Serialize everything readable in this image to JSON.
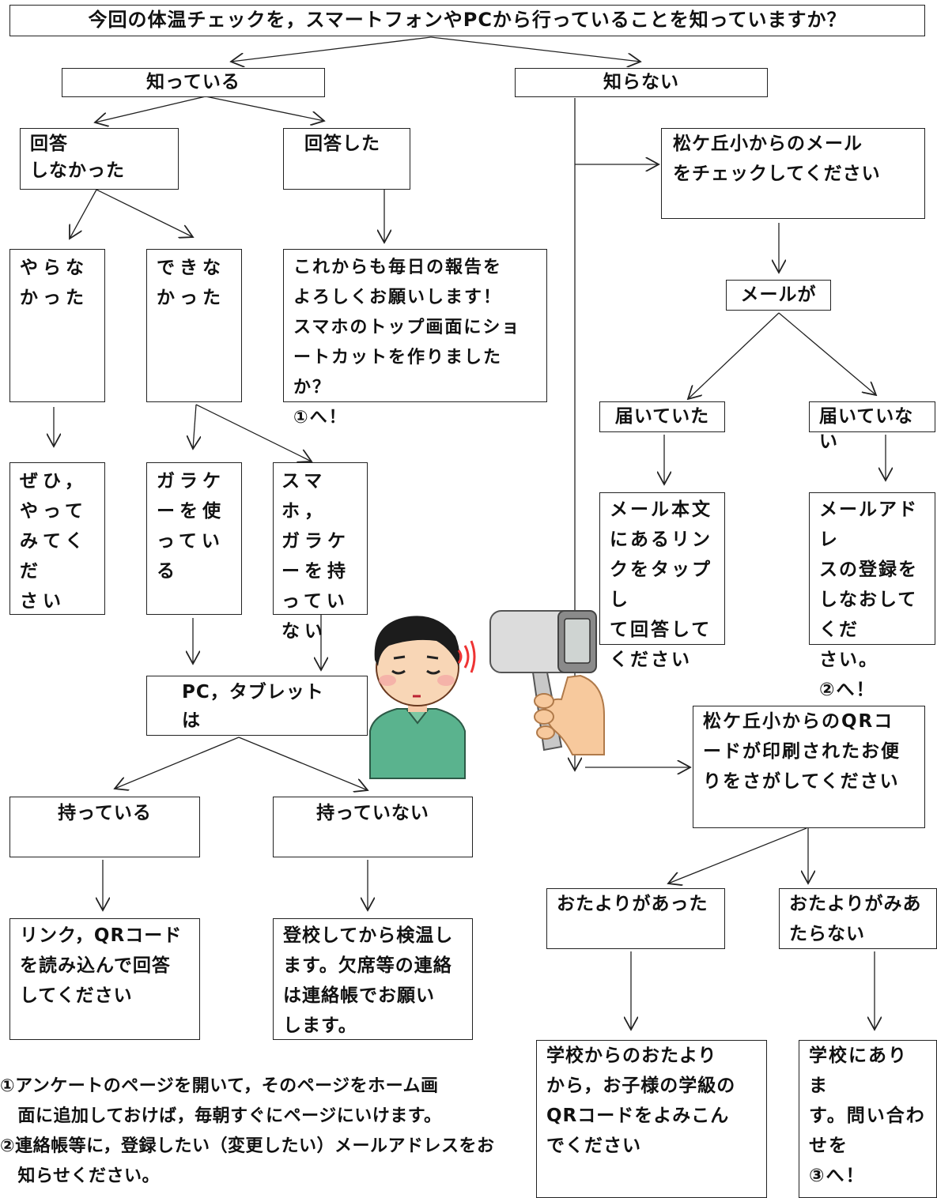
{
  "question": "今回の体温チェックを，スマートフォンやPCから行っていることを知っていますか？",
  "know": "知っている",
  "dont_know": "知らない",
  "not_answered": "回答\nしなかった",
  "answered": "回答した",
  "didnt_do": "やらな\nかった",
  "couldnt": "できな\nかった",
  "thanks": "これからも毎日の報告を\nよろしくお願いします！\nスマホのトップ画面にショ\nートカットを作りましたか？\n①へ！",
  "please_try": "ぜひ，\nやって\nみてくだ\nさい",
  "garake": "ガラケ\nーを使\nっている",
  "no_phone": "スマホ，\nガラケ\nーを持\nってい\nない",
  "pc_tablet": "PC，タブレットは",
  "have": "持っている",
  "dont_have": "持っていない",
  "read_link": "リンク，QRコード\nを読み込んで回答\nしてください",
  "check_at_school": "登校してから検温し\nます。欠席等の連絡\nは連絡帳でお願い\nします。",
  "check_mail": "松ケ丘小からのメール\nをチェックしてください",
  "mail_is": "メールが",
  "arrived": "届いていた",
  "not_arrived": "届いていない",
  "tap_link": "メール本文\nにあるリン\nクをタップし\nて回答して\nください",
  "re_register": "メールアドレ\nスの登録を\nしなおしてくだ\nさい。\n②へ！",
  "find_qr": "松ケ丘小からのQRコ\nードが印刷されたお便\nりをさがしてください",
  "found_letter": "おたよりがあった",
  "no_letter": "おたよりがみあ\nたらない",
  "read_qr": "学校からのおたより\nから，お子様の学級の\nQRコードをよみこん\nでください",
  "ask_school": "学校にありま\nす。問い合わ\nせを\n③へ！",
  "note1": "①アンケートのページを開いて，そのページをホーム画\n　面に追加しておけば，毎朝すぐにページにいけます。",
  "note2": "②連絡帳等に，登録したい（変更したい）メールアドレスをお\n　知らせください。"
}
